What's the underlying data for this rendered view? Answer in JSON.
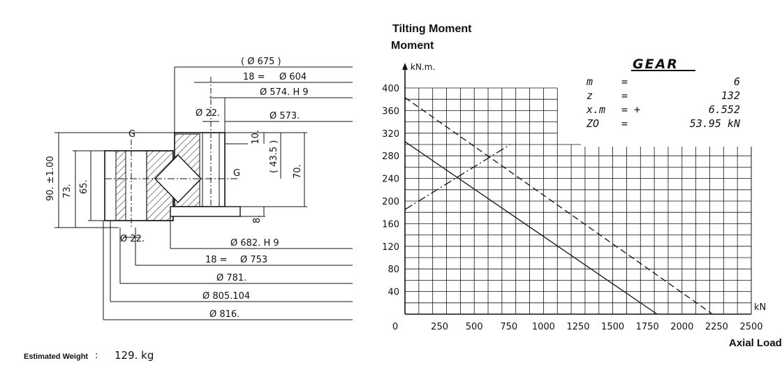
{
  "drawing": {
    "dims": {
      "d675": "( Ø 675 )",
      "holes_top_count": "18 =",
      "d604": "Ø 604",
      "d574": "Ø 574. H 9",
      "d22_top": "Ø 22.",
      "d573": "Ø 573.",
      "g_left": "G",
      "g_right": "G",
      "h10": "10.",
      "h435": "( 43.5 )",
      "h70": "70.",
      "h90": "90. ±1.00",
      "h73": "73.",
      "h65": "65.",
      "h8": "8.",
      "d22_bottom": "Ø 22.",
      "d682": "Ø 682. H 9",
      "holes_bottom_count": "18 =",
      "d753": "Ø 753",
      "d781": "Ø 781.",
      "d805": "Ø 805.104",
      "d816": "Ø 816."
    },
    "weight_label": "Estimated Weight",
    "weight_sep": ":",
    "weight_value": "129. kg"
  },
  "chart_data": {
    "type": "line",
    "title": "Tilting Moment",
    "y_unit": "kN.m.",
    "x_unit": "kN",
    "xlabel": "Axial Load",
    "xlim": [
      0,
      2500
    ],
    "ylim": [
      0,
      400
    ],
    "x_ticks": [
      0,
      250,
      500,
      750,
      1000,
      1250,
      1500,
      1750,
      2000,
      2250,
      2500
    ],
    "y_ticks": [
      40,
      80,
      120,
      160,
      200,
      240,
      280,
      320,
      360,
      400
    ],
    "grid": true,
    "series": [
      {
        "style": "solid",
        "x": [
          0,
          1820
        ],
        "y": [
          305,
          0
        ]
      },
      {
        "style": "dashed",
        "x": [
          0,
          2220
        ],
        "y": [
          383,
          0
        ]
      },
      {
        "style": "dashdot",
        "x": [
          0,
          760
        ],
        "y": [
          185,
          300
        ]
      }
    ],
    "gear": {
      "title": "GEAR",
      "rows": [
        {
          "k": "m",
          "eq": "=",
          "v": "6"
        },
        {
          "k": "z",
          "eq": "=",
          "v": "132"
        },
        {
          "k": "x.m",
          "eq": "= +",
          "v": "6.552"
        },
        {
          "k": "ZO",
          "eq": "=",
          "v": "53.95 kN"
        }
      ]
    }
  }
}
